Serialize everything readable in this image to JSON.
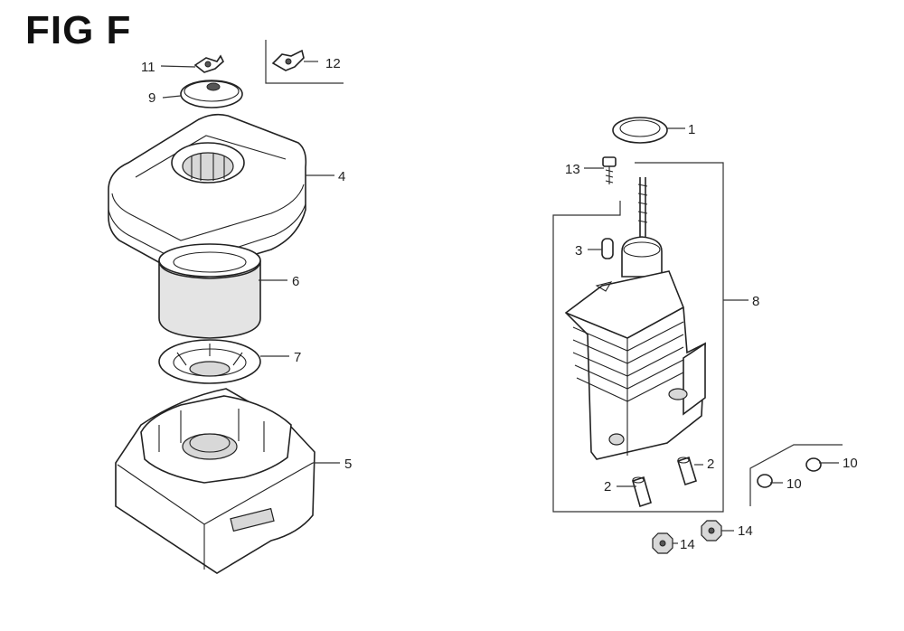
{
  "figure": {
    "title": "FIG F"
  },
  "callouts": {
    "c1": "1",
    "c2a": "2",
    "c2b": "2",
    "c3": "3",
    "c4": "4",
    "c5": "5",
    "c6": "6",
    "c7": "7",
    "c8": "8",
    "c9": "9",
    "c10a": "10",
    "c10b": "10",
    "c11": "11",
    "c12": "12",
    "c13": "13",
    "c14a": "14",
    "c14b": "14"
  }
}
